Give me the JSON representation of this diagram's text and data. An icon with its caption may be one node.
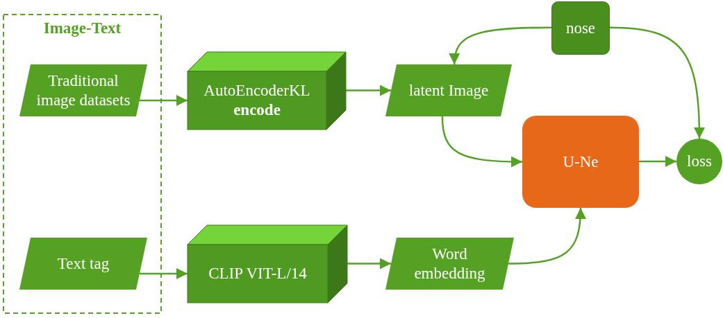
{
  "diagram": {
    "nodes": [
      {
        "text": [
          "Image-Text"
        ]
      },
      {
        "text": [
          "Traditional image datasets"
        ],
        "in": 0
      },
      {
        "text": [
          "Text tag"
        ],
        "in": 0
      },
      {
        "text": [
          "AutoEncoderKL",
          "encode"
        ]
      },
      {
        "text": [
          "CLIP VIT-L/14"
        ]
      },
      {
        "text": [
          "latent Image"
        ]
      },
      {
        "text": [
          "nose"
        ]
      },
      {
        "text": [
          "U-Ne"
        ]
      },
      {
        "text": [
          "loss"
        ]
      },
      {
        "text": [
          "Word embedding"
        ]
      }
    ],
    "edges": [
      {
        "from": 1,
        "to": 3,
        "arrow": "to"
      },
      {
        "from": 2,
        "to": 4,
        "arrow": "to"
      },
      {
        "from": 3,
        "to": 5,
        "arrow": "to"
      },
      {
        "from": 4,
        "to": 9,
        "arrow": "to"
      },
      {
        "from": 6,
        "to": 5,
        "arrow": "to"
      },
      {
        "from": 6,
        "to": 8,
        "arrow": "to"
      },
      {
        "from": 5,
        "to": 7,
        "arrow": "to"
      },
      {
        "from": 9,
        "to": 7,
        "arrow": "to"
      },
      {
        "from": 7,
        "to": 8,
        "arrow": "to"
      }
    ]
  }
}
